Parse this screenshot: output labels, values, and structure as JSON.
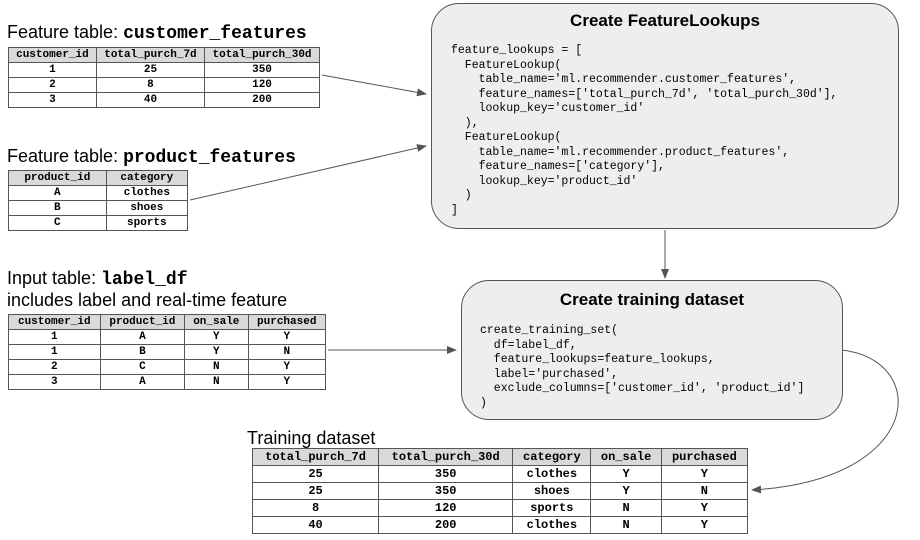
{
  "customer_features": {
    "title_prefix": "Feature table: ",
    "title_code": "customer_features",
    "headers": [
      "customer_id",
      "total_purch_7d",
      "total_purch_30d"
    ],
    "rows": [
      [
        "1",
        "25",
        "350"
      ],
      [
        "2",
        "8",
        "120"
      ],
      [
        "3",
        "40",
        "200"
      ]
    ]
  },
  "product_features": {
    "title_prefix": "Feature table: ",
    "title_code": "product_features",
    "headers": [
      "product_id",
      "category"
    ],
    "rows": [
      [
        "A",
        "clothes"
      ],
      [
        "B",
        "shoes"
      ],
      [
        "C",
        "sports"
      ]
    ]
  },
  "label_df": {
    "title_prefix": "Input table: ",
    "title_code": "label_df",
    "subtitle": "includes label and real-time feature",
    "headers": [
      "customer_id",
      "product_id",
      "on_sale",
      "purchased"
    ],
    "rows": [
      [
        "1",
        "A",
        "Y",
        "Y"
      ],
      [
        "1",
        "B",
        "Y",
        "N"
      ],
      [
        "2",
        "C",
        "N",
        "Y"
      ],
      [
        "3",
        "A",
        "N",
        "Y"
      ]
    ]
  },
  "feature_lookups_box": {
    "title": "Create FeatureLookups",
    "code": "feature_lookups = [\n  FeatureLookup(\n    table_name='ml.recommender.customer_features',\n    feature_names=['total_purch_7d', 'total_purch_30d'],\n    lookup_key='customer_id'\n  ),\n  FeatureLookup(\n    table_name='ml.recommender.product_features',\n    feature_names=['category'],\n    lookup_key='product_id'\n  )\n]"
  },
  "training_box": {
    "title": "Create training dataset",
    "code": "create_training_set(\n  df=label_df,\n  feature_lookups=feature_lookups,\n  label='purchased',\n  exclude_columns=['customer_id', 'product_id']\n)"
  },
  "training_dataset": {
    "title": "Training dataset",
    "headers": [
      "total_purch_7d",
      "total_purch_30d",
      "category",
      "on_sale",
      "purchased"
    ],
    "rows": [
      [
        "25",
        "350",
        "clothes",
        "Y",
        "Y"
      ],
      [
        "25",
        "350",
        "shoes",
        "Y",
        "N"
      ],
      [
        "8",
        "120",
        "sports",
        "N",
        "Y"
      ],
      [
        "40",
        "200",
        "clothes",
        "N",
        "Y"
      ]
    ]
  }
}
